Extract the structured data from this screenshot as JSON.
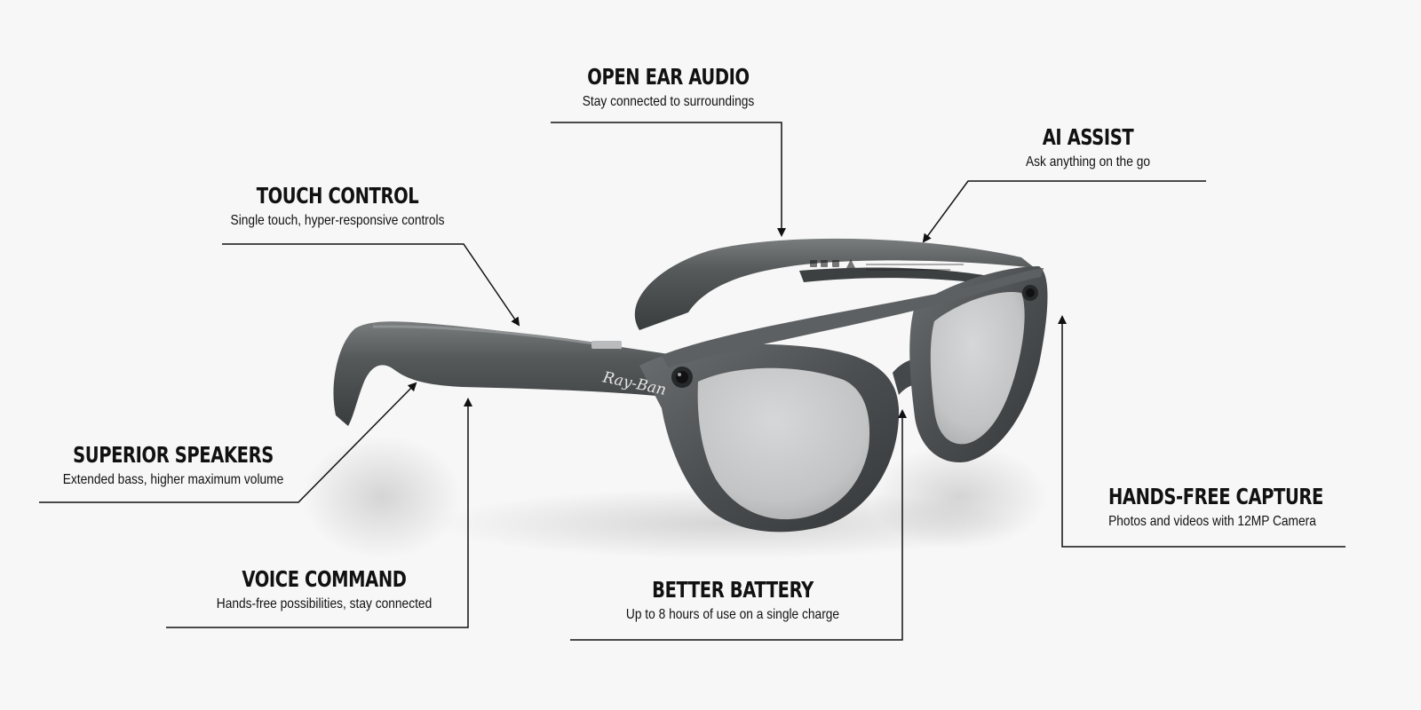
{
  "callouts": {
    "open_ear_audio": {
      "title": "OPEN EAR AUDIO",
      "subtitle": "Stay connected to surroundings"
    },
    "ai_assist": {
      "title": "AI ASSIST",
      "subtitle": "Ask anything on the go"
    },
    "touch_control": {
      "title": "TOUCH CONTROL",
      "subtitle": "Single touch, hyper-responsive controls"
    },
    "superior_speakers": {
      "title": "SUPERIOR SPEAKERS",
      "subtitle": "Extended bass, higher maximum volume"
    },
    "voice_command": {
      "title": "VOICE COMMAND",
      "subtitle": "Hands-free possibilities, stay connected"
    },
    "better_battery": {
      "title": "BETTER BATTERY",
      "subtitle": "Up to 8 hours of use on a single charge"
    },
    "hands_free_capture": {
      "title": "HANDS-FREE CAPTURE",
      "subtitle": "Photos and videos with 12MP Camera"
    }
  },
  "product": {
    "brand_mark": "Ray-Ban",
    "frame_color": "#4e5152",
    "lens_color": "#c9cacb"
  }
}
